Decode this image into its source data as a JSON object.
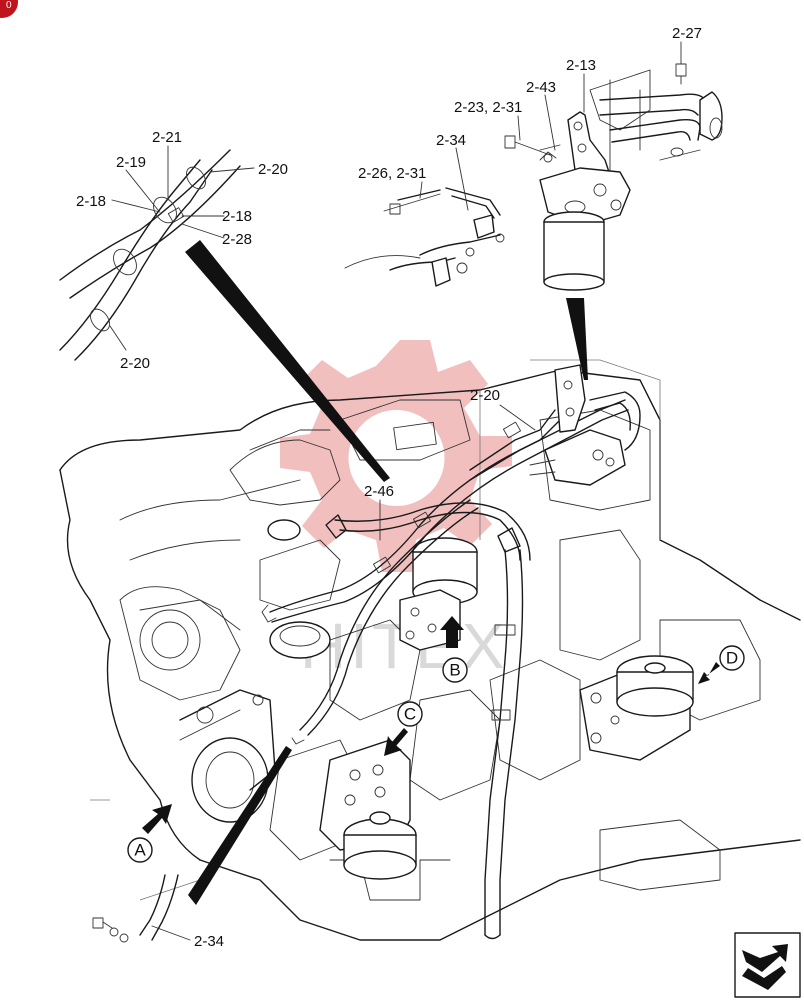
{
  "diagram": {
    "callouts": [
      "2-27",
      "2-13",
      "2-43",
      "2-23, 2-31",
      "2-34",
      "2-26, 2-31",
      "2-21",
      "2-19",
      "2-20",
      "2-18",
      "2-18",
      "2-28",
      "2-20",
      "2-20",
      "2-46",
      "2-34"
    ],
    "view_markers": [
      "A",
      "B",
      "C",
      "D"
    ],
    "watermark": "HITEX",
    "corner_badge": "0",
    "colors": {
      "watermark": "#e88a8a",
      "corner_badge": "#c0141c",
      "ink": "#111111"
    },
    "icons": [
      "direction-arrow-icon",
      "gear-watermark-icon"
    ]
  }
}
